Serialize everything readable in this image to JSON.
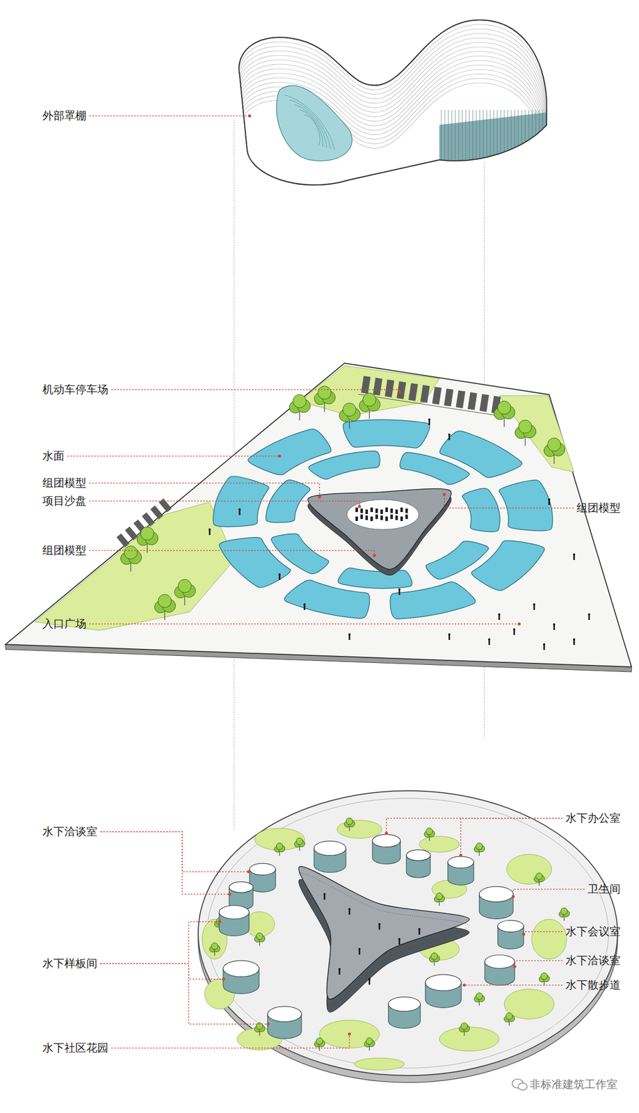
{
  "diagram": {
    "labels": [
      "外部罩棚",
      "机动车停车场",
      "水面",
      "组团模型",
      "项目沙盘",
      "组团模型",
      "组团模型",
      "入口广场",
      "水下洽谈室",
      "水下样板间",
      "水下社区花园",
      "水下办公室",
      "卫生间",
      "水下会议室",
      "水下洽谈室",
      "水下散步道",
      "非标准建筑工作室"
    ]
  }
}
